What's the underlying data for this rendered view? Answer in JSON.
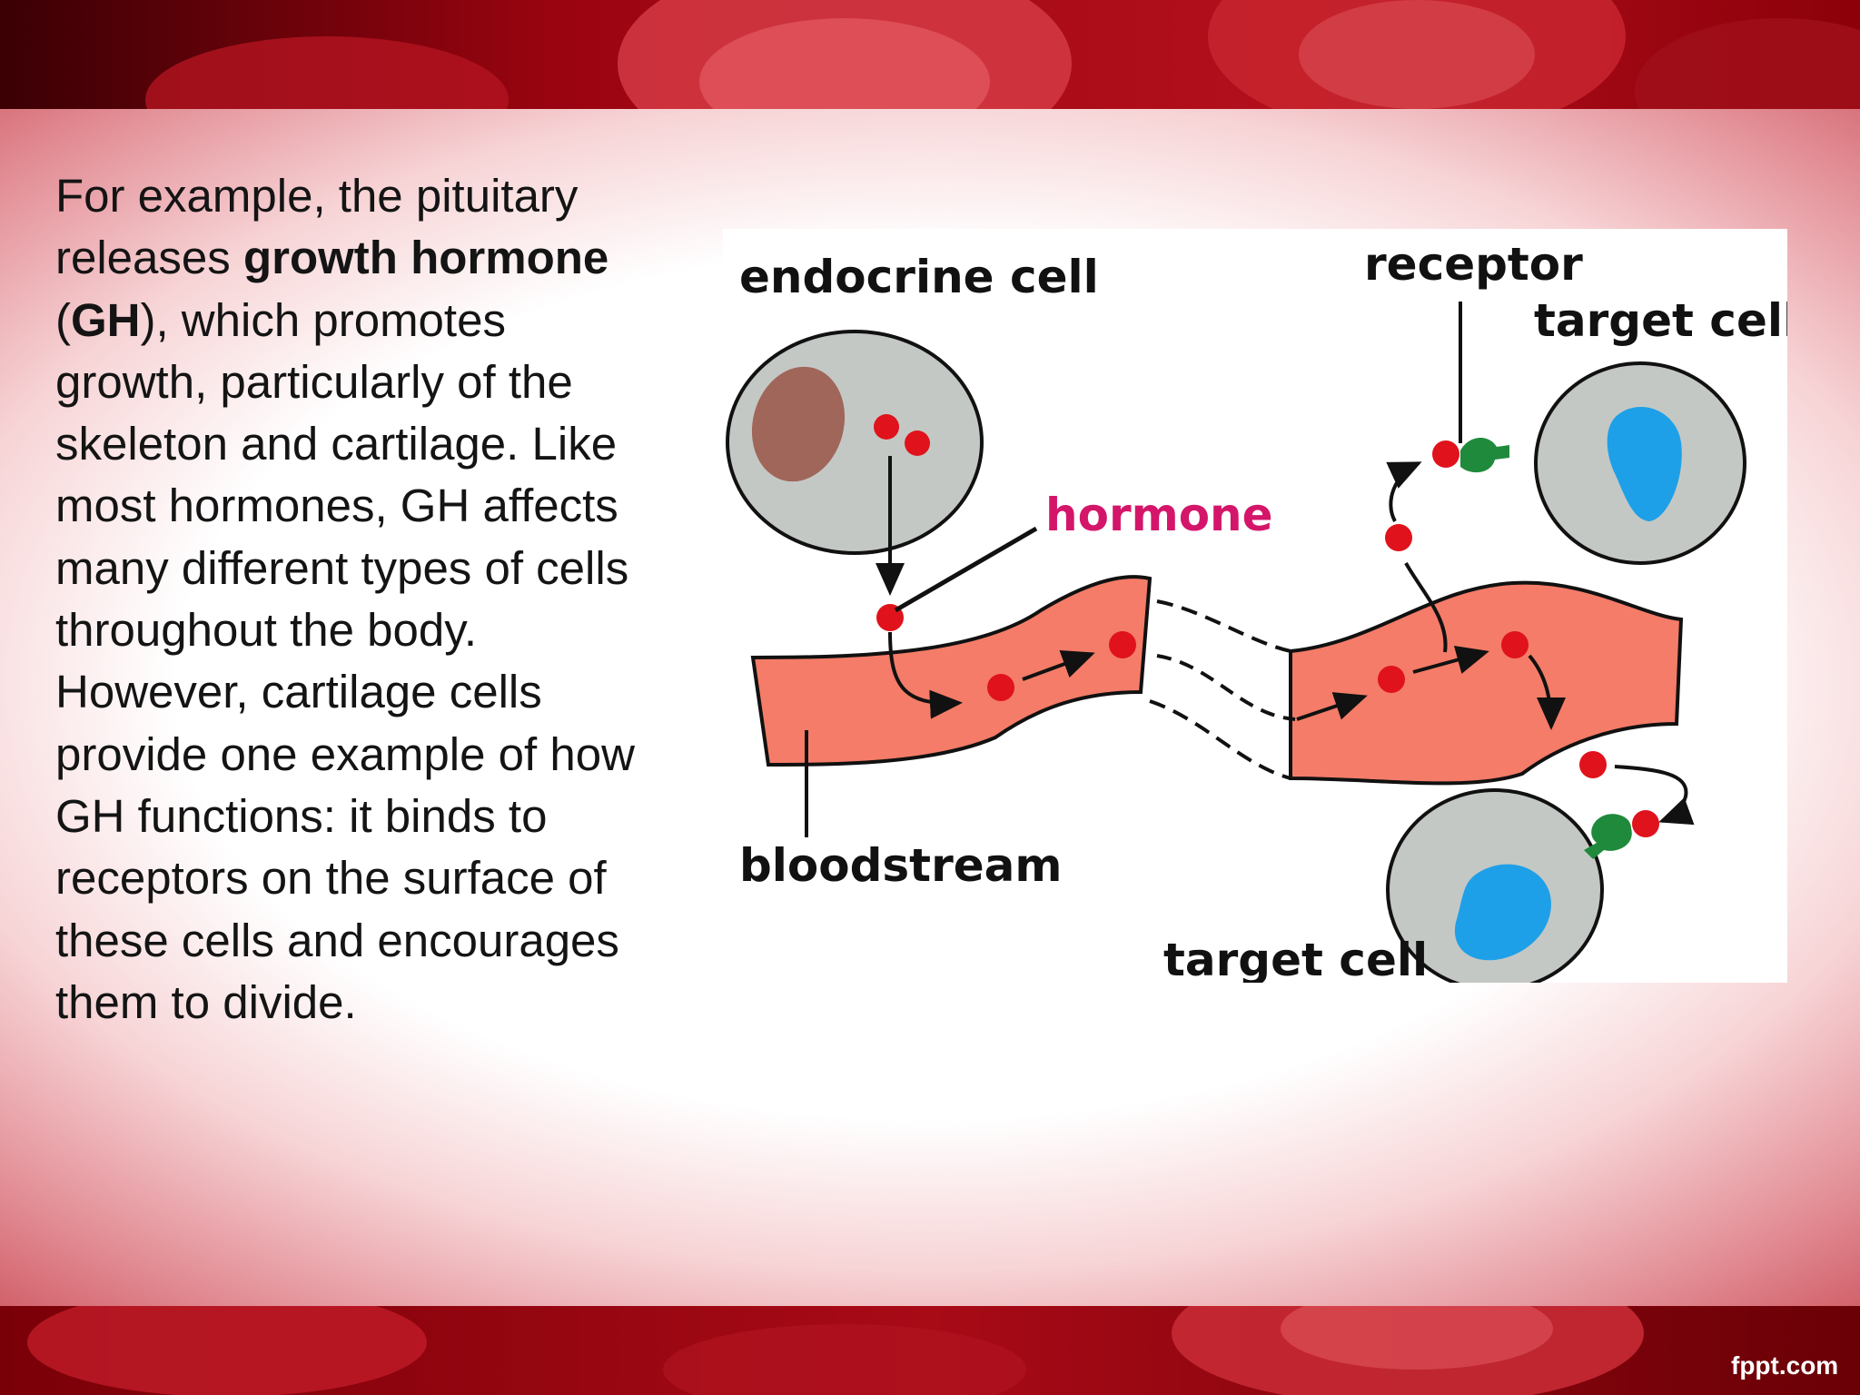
{
  "slide": {
    "paragraph": {
      "t1": "For example, the pituitary releases ",
      "t2": "growth hormone",
      "t3": " (",
      "t4": "GH",
      "t5": "), which promotes growth, particularly of the skeleton and cartilage. Like most hormones, GH affects many different types of cells throughout the body. However, cartilage cells provide one example of how GH functions: it binds to receptors on the surface of these cells and encourages them to divide."
    }
  },
  "diagram": {
    "labels": {
      "endocrine_cell": "endocrine cell",
      "receptor": "receptor",
      "target_cell_top": "target cell",
      "hormone": "hormone",
      "bloodstream": "bloodstream",
      "target_cell_bottom": "target cell"
    },
    "colors": {
      "hormone": "#e0121c",
      "hormone_label": "#d4166a",
      "vessel": "#f47c68",
      "cell": "#c4c8c4",
      "nucleus_endocrine": "#a0665a",
      "nucleus_target": "#1ea0e8",
      "receptor": "#1f8a3c"
    }
  },
  "footer": {
    "logo": "fppt.com"
  }
}
